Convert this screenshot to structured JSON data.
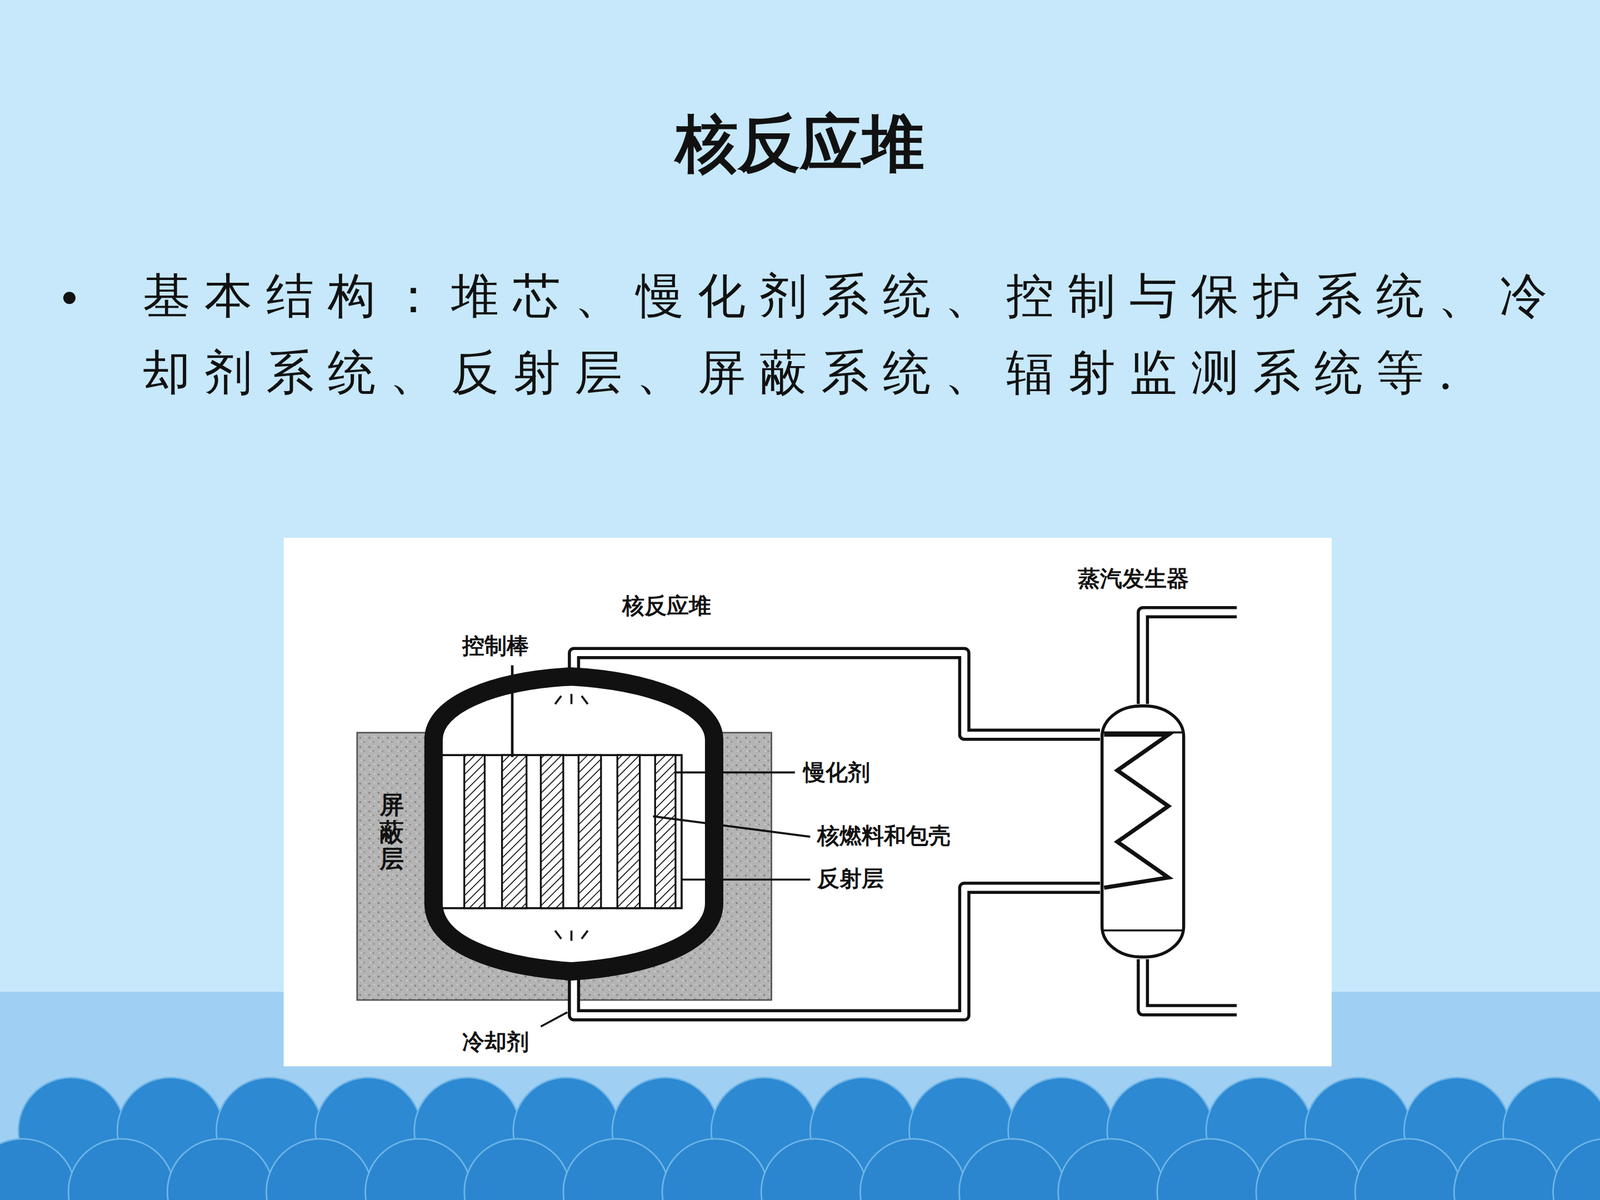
{
  "diagram": {
    "title": "核反应堆",
    "nodes": [
      {
        "text": [
          "屏蔽层"
        ]
      },
      {
        "text": [
          "核反应堆"
        ]
      },
      {
        "text": [
          "蒸汽发生器"
        ]
      }
    ],
    "edges": [
      {
        "from": 1,
        "to": 2,
        "arrow": "none"
      },
      {
        "from": 1,
        "to": 2,
        "arrow": "none"
      }
    ],
    "labels": [
      "基本结构：堆芯、慢化剂系统、控制与保护系统、冷却剂系统、反射层、屏蔽系统、辐射监测系统等.",
      "控制棒",
      "慢化剂",
      "核燃料和包壳",
      "反射层",
      "冷却剂"
    ]
  }
}
